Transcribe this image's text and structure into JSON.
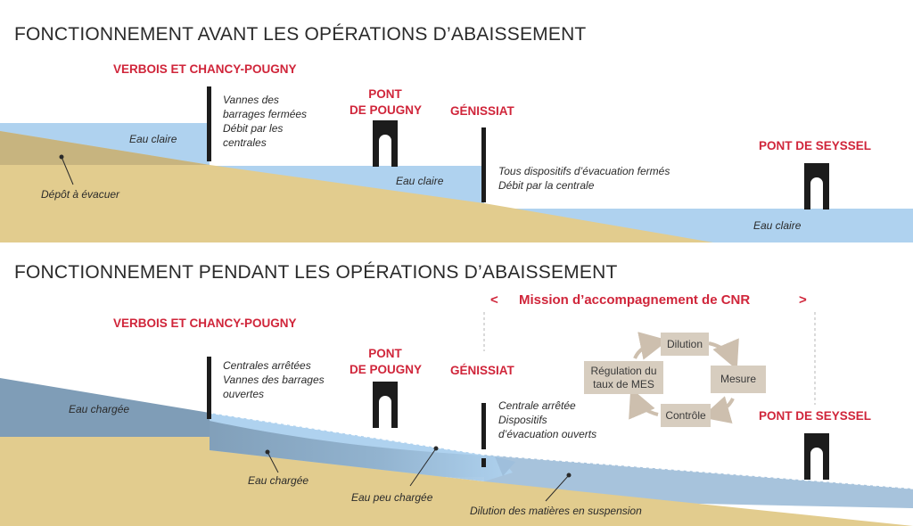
{
  "section_before": {
    "title": "FONCTIONNEMENT AVANT LES OPÉRATIONS D’ABAISSEMENT",
    "site_verbois": "VERBOIS ET CHANCY-POUGNY",
    "site_pont_pougny_line1": "PONT",
    "site_pont_pougny_line2": "DE POUGNY",
    "site_genissiat": "GÉNISSIAT",
    "site_pont_seyssel": "PONT DE SEYSSEL",
    "note_vannes_l1": "Vannes des",
    "note_vannes_l2": "barrages fermées",
    "note_vannes_l3": "Débit par les",
    "note_vannes_l4": "centrales",
    "note_genissiat_l1": "Tous dispositifs d’évacuation fermés",
    "note_genissiat_l2": "Débit par la centrale",
    "water_1": "Eau claire",
    "water_2": "Eau claire",
    "water_3": "Eau claire",
    "deposit": "Dépôt à évacuer"
  },
  "section_during": {
    "title": "FONCTIONNEMENT PENDANT LES OPÉRATIONS D’ABAISSEMENT",
    "site_verbois": "VERBOIS ET CHANCY-POUGNY",
    "site_pont_pougny_line1": "PONT",
    "site_pont_pougny_line2": "DE POUGNY",
    "site_genissiat": "GÉNISSIAT",
    "site_pont_seyssel": "PONT DE SEYSSEL",
    "note_verbois_l1": "Centrales arrêtées",
    "note_verbois_l2": "Vannes des barrages",
    "note_verbois_l3": "ouvertes",
    "note_genissiat_l1": "Centrale arrêtée",
    "note_genissiat_l2": "Dispositifs",
    "note_genissiat_l3": "d’évacuation ouverts",
    "water_charged_1": "Eau chargée",
    "water_charged_2": "Eau chargée",
    "water_lightly": "Eau peu chargée",
    "dilution_note": "Dilution des matières en suspension",
    "mission": {
      "left_bracket": "<",
      "label": "Mission d’accompagnement de CNR",
      "right_bracket": ">"
    },
    "cycle": {
      "dilution": "Dilution",
      "mesure": "Mesure",
      "controle": "Contrôle",
      "regulation_l1": "Régulation du",
      "regulation_l2": "taux de MES"
    }
  },
  "colors": {
    "title_red": "#d0253a",
    "clear_water": "#afd2ef",
    "charged_water": "#7f9db7",
    "sediment": "#e2cc8e",
    "cycle_box": "#d7cdbf",
    "structure": "#1c1c1c"
  }
}
